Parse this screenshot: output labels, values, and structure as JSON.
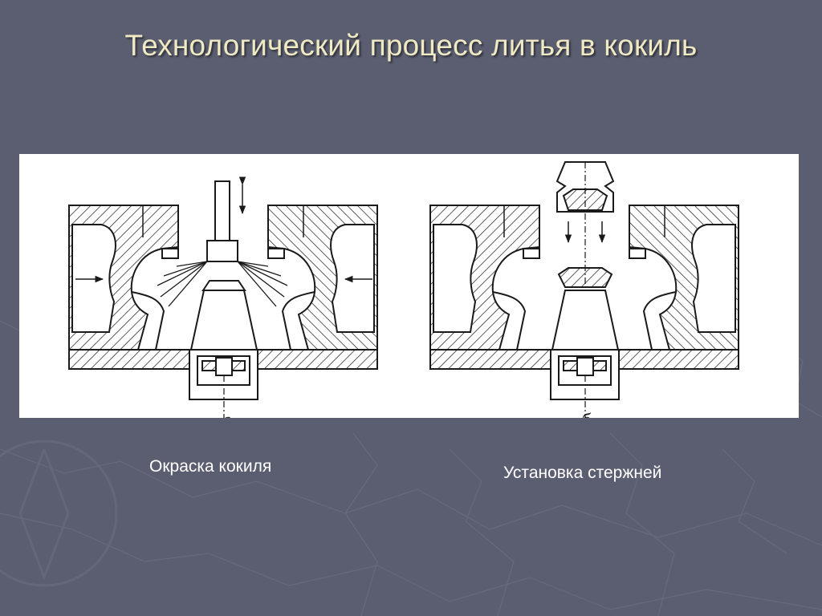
{
  "slide": {
    "title": "Технологический процесс литья в кокиль"
  },
  "diagram": {
    "panels": [
      {
        "id": "a",
        "letter": "а",
        "caption": "Окраска кокиля"
      },
      {
        "id": "b",
        "letter": "б",
        "caption": "Установка стержней"
      }
    ]
  },
  "colors": {
    "background": "#5b5e70",
    "title": "#efe9c4",
    "caption": "#ffffff",
    "ink": "#1a1a1a"
  }
}
